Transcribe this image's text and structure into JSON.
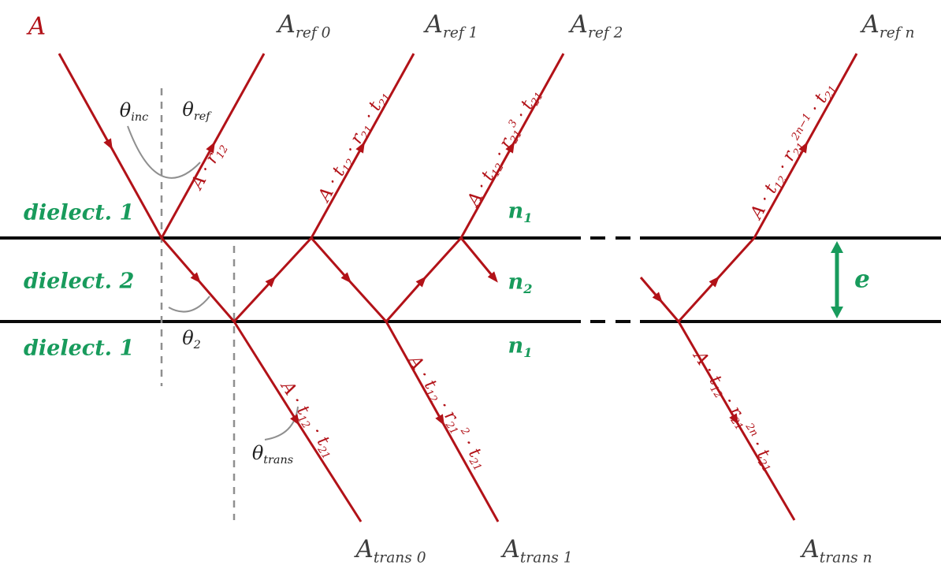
{
  "colors": {
    "ray": "#b21218",
    "interface": "#0a0a0a",
    "green": "#189b5c",
    "label": "#3d3d3d",
    "angle": "#202020",
    "guide": "#8f8f8f"
  },
  "top_labels": {
    "incident": [
      [
        "A",
        ""
      ]
    ],
    "ref0": [
      [
        "A",
        ""
      ],
      [
        "ref 0",
        "sub"
      ]
    ],
    "ref1": [
      [
        "A",
        ""
      ],
      [
        "ref 1",
        "sub"
      ]
    ],
    "ref2": [
      [
        "A",
        ""
      ],
      [
        "ref 2",
        "sub"
      ]
    ],
    "refn": [
      [
        "A",
        ""
      ],
      [
        "ref n",
        "sub"
      ]
    ]
  },
  "bottom_labels": {
    "trans0": [
      [
        "A",
        ""
      ],
      [
        "trans 0",
        "sub"
      ]
    ],
    "trans1": [
      [
        "A",
        ""
      ],
      [
        "trans 1",
        "sub"
      ]
    ],
    "transn": [
      [
        "A",
        ""
      ],
      [
        "trans n",
        "sub"
      ]
    ]
  },
  "angles": {
    "inc": [
      [
        "θ",
        ""
      ],
      [
        "inc",
        "sub"
      ]
    ],
    "ref": [
      [
        "θ",
        ""
      ],
      [
        "ref",
        "sub"
      ]
    ],
    "theta2": [
      [
        "θ",
        ""
      ],
      [
        "2",
        "sub"
      ]
    ],
    "trans": [
      [
        "θ",
        ""
      ],
      [
        "trans",
        "sub"
      ]
    ]
  },
  "media": {
    "left": [
      "dielect. 1",
      "dielect. 2",
      "dielect. 1"
    ],
    "n_top": [
      [
        "n",
        ""
      ],
      [
        "1",
        "sub"
      ]
    ],
    "n_mid": [
      [
        "n",
        ""
      ],
      [
        "2",
        "sub"
      ]
    ],
    "n_bottom": [
      [
        "n",
        ""
      ],
      [
        "1",
        "sub"
      ]
    ],
    "thickness": "e"
  },
  "amplitudes": {
    "ref0": [
      [
        "A · r",
        ""
      ],
      [
        "12",
        "sub"
      ]
    ],
    "ref1": [
      [
        "A · t",
        ""
      ],
      [
        "12",
        "sub"
      ],
      [
        " · r",
        ""
      ],
      [
        "21",
        "sub"
      ],
      [
        " · t",
        ""
      ],
      [
        "21",
        "sub"
      ]
    ],
    "ref2": [
      [
        "A · t",
        ""
      ],
      [
        "12",
        "sub"
      ],
      [
        " · r",
        ""
      ],
      [
        "21",
        "sub"
      ],
      [
        "3",
        "sup"
      ],
      [
        " · t",
        ""
      ],
      [
        "21",
        "sub"
      ]
    ],
    "refn": [
      [
        "A · t",
        ""
      ],
      [
        "12",
        "sub"
      ],
      [
        " · r",
        ""
      ],
      [
        "21",
        "sub"
      ],
      [
        "2n−1",
        "sup"
      ],
      [
        " · t",
        ""
      ],
      [
        "21",
        "sub"
      ]
    ],
    "trans0": [
      [
        "A · t",
        ""
      ],
      [
        "12",
        "sub"
      ],
      [
        " · t",
        ""
      ],
      [
        "21",
        "sub"
      ]
    ],
    "trans1": [
      [
        "A · t",
        ""
      ],
      [
        "12",
        "sub"
      ],
      [
        " · r",
        ""
      ],
      [
        "21",
        "sub"
      ],
      [
        "2",
        "sup"
      ],
      [
        " · t",
        ""
      ],
      [
        "21",
        "sub"
      ]
    ],
    "transn": [
      [
        "A · t",
        ""
      ],
      [
        "12",
        "sub"
      ],
      [
        " · r",
        ""
      ],
      [
        "21",
        "sub"
      ],
      [
        "2n",
        "sup"
      ],
      [
        " · t",
        ""
      ],
      [
        "21",
        "sub"
      ]
    ]
  }
}
